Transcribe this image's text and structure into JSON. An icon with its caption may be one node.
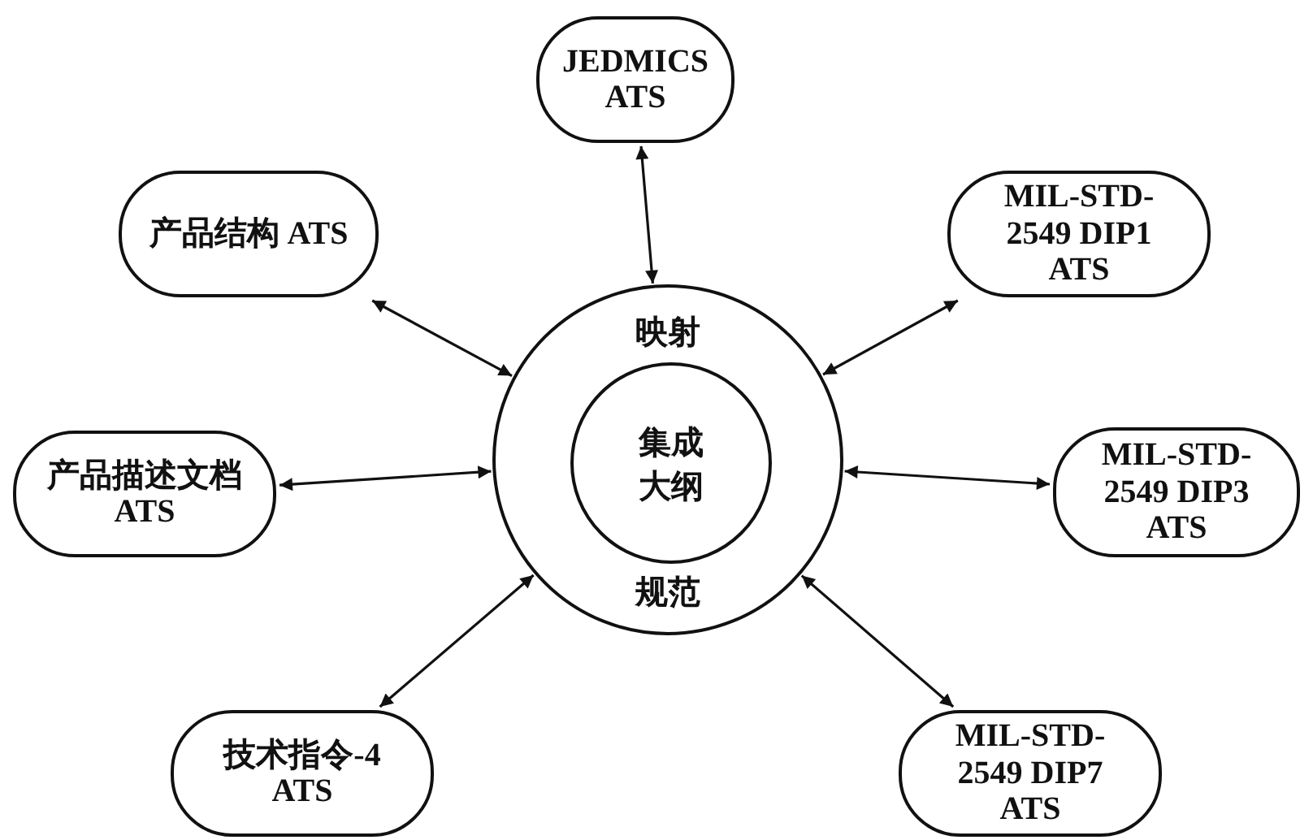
{
  "diagram": {
    "nodes": [
      {
        "text": [
          "映射",
          "规范"
        ]
      },
      {
        "text": [
          "集成大纲"
        ],
        "in": 0
      },
      {
        "text": [
          "JEDMICS ATS"
        ]
      },
      {
        "text": [
          "产品结构 ATS"
        ]
      },
      {
        "text": [
          "MIL-STD-2549 DIP1 ATS"
        ]
      },
      {
        "text": [
          "产品描述文档 ATS"
        ]
      },
      {
        "text": [
          "MIL-STD-2549 DIP3 ATS"
        ]
      },
      {
        "text": [
          "技术指令-4 ATS"
        ]
      },
      {
        "text": [
          "MIL-STD-2549 DIP7 ATS"
        ]
      }
    ],
    "edges": [
      {
        "from": 0,
        "to": 2,
        "arrow": "both"
      },
      {
        "from": 0,
        "to": 3,
        "arrow": "both"
      },
      {
        "from": 0,
        "to": 4,
        "arrow": "both"
      },
      {
        "from": 0,
        "to": 5,
        "arrow": "both"
      },
      {
        "from": 0,
        "to": 6,
        "arrow": "both"
      },
      {
        "from": 0,
        "to": 7,
        "arrow": "both"
      },
      {
        "from": 0,
        "to": 8,
        "arrow": "both"
      }
    ]
  }
}
